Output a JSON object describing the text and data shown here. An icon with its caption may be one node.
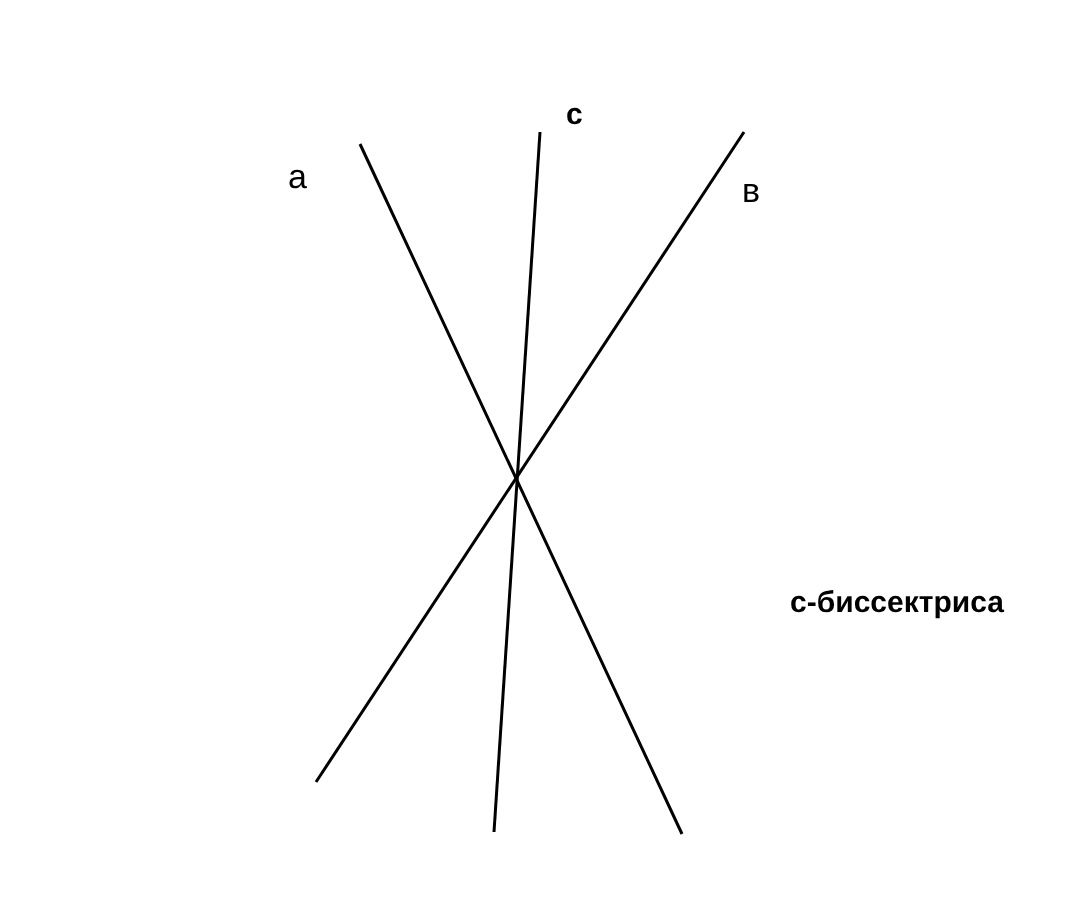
{
  "diagram": {
    "labels": [
      "c",
      "a",
      "в",
      "с-биссектриса"
    ]
  }
}
